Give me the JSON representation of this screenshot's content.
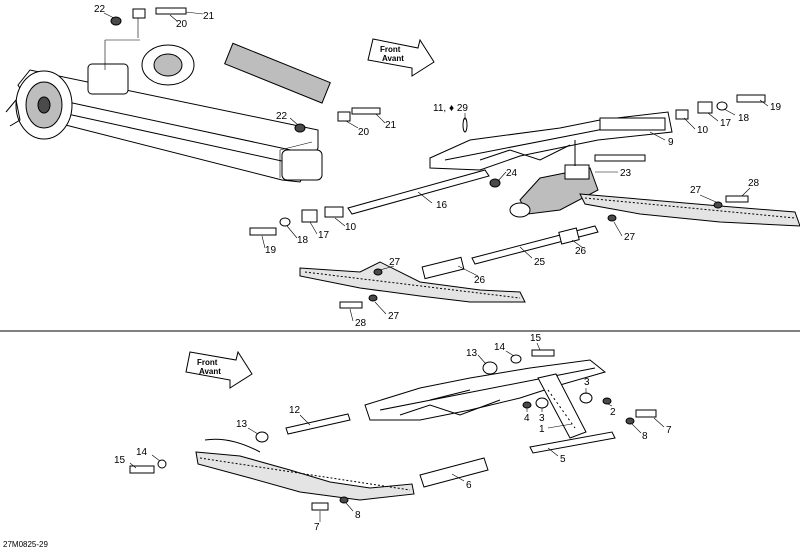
{
  "diagram": {
    "figure_ref": "27M0825-29",
    "front_arrow_label": {
      "line1": "Front",
      "line2": "Avant"
    },
    "divider_color": "#000000",
    "callouts": {
      "c22_top": "22",
      "c20_top": "20",
      "c21_top": "21",
      "c22_mid": "22",
      "c20_mid": "20",
      "c21_mid": "21",
      "c11_29": "11, ♦ 29",
      "c19_right": "19",
      "c18_right": "18",
      "c17_right": "17",
      "c10_right": "10",
      "c9": "9",
      "c24": "24",
      "c23": "23",
      "c16": "16",
      "c27_right_a": "27",
      "c28_right": "28",
      "c27_right_b": "27",
      "c10_left": "10",
      "c17_left": "17",
      "c18_left": "18",
      "c19_left": "19",
      "c26_a": "26",
      "c26_b": "26",
      "c25": "25",
      "c27_left": "27",
      "c27_bottom": "27",
      "c28_bottom": "28",
      "c15_top": "15",
      "c14_top": "14",
      "c13_top": "13",
      "c3_a": "3",
      "c3_b": "3",
      "c4": "4",
      "c2": "2",
      "c1": "1",
      "c12": "12",
      "c13_left": "13",
      "c8_right": "8",
      "c7_right": "7",
      "c14_left": "14",
      "c15_left": "15",
      "c5": "5",
      "c6": "6",
      "c7_bottom": "7",
      "c8_bottom": "8"
    }
  }
}
